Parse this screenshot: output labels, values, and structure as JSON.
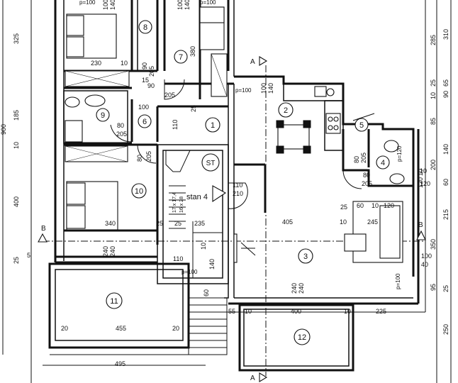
{
  "rooms": [
    {
      "id": "1",
      "label": "1"
    },
    {
      "id": "2",
      "label": "2"
    },
    {
      "id": "3",
      "label": "3"
    },
    {
      "id": "4",
      "label": "4"
    },
    {
      "id": "5",
      "label": "5"
    },
    {
      "id": "6",
      "label": "6"
    },
    {
      "id": "7",
      "label": "7"
    },
    {
      "id": "8",
      "label": "8"
    },
    {
      "id": "9",
      "label": "9"
    },
    {
      "id": "10",
      "label": "10"
    },
    {
      "id": "11",
      "label": "11"
    },
    {
      "id": "12",
      "label": "12"
    },
    {
      "id": "ST",
      "label": "ST"
    }
  ],
  "apartment_label": "stan 4",
  "section_marks": {
    "a": "A",
    "b": "B"
  },
  "dimensions": {
    "top": [
      "p=100",
      "100",
      "140",
      "100",
      "140"
    ],
    "left": [
      "325",
      "185",
      "10",
      "400",
      "25",
      "5"
    ],
    "left_edge": "900",
    "right": [
      "310",
      "285",
      "25",
      "65",
      "90",
      "10",
      "85",
      "140",
      "200",
      "10",
      "120",
      "60",
      "215",
      "350",
      "100",
      "40",
      "95",
      "25",
      "250"
    ],
    "bedroom_top": [
      "230",
      "10"
    ],
    "door_8": [
      "90",
      "205",
      "15"
    ],
    "door_7": [
      "90",
      "205",
      "380"
    ],
    "door_9": [
      "80",
      "205"
    ],
    "door_10": [
      "80",
      "205"
    ],
    "hall": [
      "100",
      "25",
      "110",
      "60"
    ],
    "kitchen": [
      "p=100",
      "100",
      "140"
    ],
    "stair": [
      "110",
      "210",
      "235",
      "25",
      "110",
      "p=100",
      "10",
      "140",
      "60"
    ],
    "stair_steps": [
      "17 x 17,4",
      "16 x 28"
    ],
    "living": [
      "405",
      "10",
      "25",
      "60",
      "10",
      "120",
      "245",
      "240",
      "240",
      "p=100"
    ],
    "bath_4": [
      "205",
      "80",
      "80",
      "205",
      "p=120",
      "10",
      "120"
    ],
    "bedroom_10": [
      "340",
      "25"
    ],
    "balcony_11": [
      "20",
      "455",
      "20",
      "495",
      "240",
      "240"
    ],
    "balcony_12": [
      "55",
      "10",
      "400",
      "10",
      "225"
    ]
  }
}
